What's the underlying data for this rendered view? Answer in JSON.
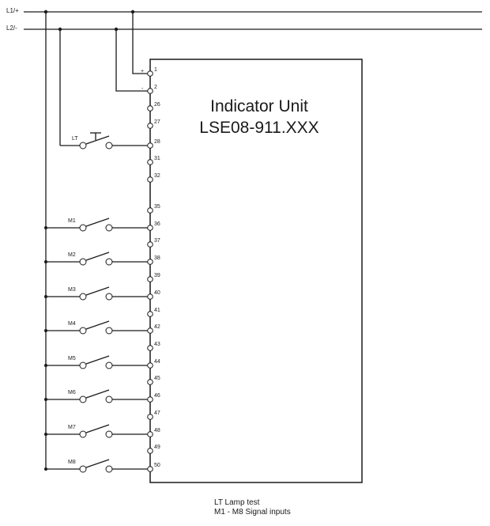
{
  "rails": [
    {
      "label": "L1/+"
    },
    {
      "label": "L2/-"
    }
  ],
  "unit": {
    "title_line1": "Indicator Unit",
    "title_line2": "LSE08-911.XXX"
  },
  "polarity": {
    "plus": "+",
    "minus": "-"
  },
  "terminals": [
    "1",
    "2",
    "26",
    "27",
    "28",
    "31",
    "32",
    "35",
    "36",
    "37",
    "38",
    "39",
    "40",
    "41",
    "42",
    "43",
    "44",
    "45",
    "46",
    "47",
    "48",
    "49",
    "50"
  ],
  "switches": [
    {
      "label": "LT",
      "terminal": "28",
      "type": "pushbutton"
    },
    {
      "label": "M1",
      "terminal": "36",
      "type": "switch"
    },
    {
      "label": "M2",
      "terminal": "38",
      "type": "switch"
    },
    {
      "label": "M3",
      "terminal": "40",
      "type": "switch"
    },
    {
      "label": "M4",
      "terminal": "42",
      "type": "switch"
    },
    {
      "label": "M5",
      "terminal": "44",
      "type": "switch"
    },
    {
      "label": "M6",
      "terminal": "46",
      "type": "switch"
    },
    {
      "label": "M7",
      "terminal": "48",
      "type": "switch"
    },
    {
      "label": "M8",
      "terminal": "50",
      "type": "switch"
    }
  ],
  "legend": {
    "line1": "LT Lamp test",
    "line2": "M1 - M8 Signal inputs"
  }
}
